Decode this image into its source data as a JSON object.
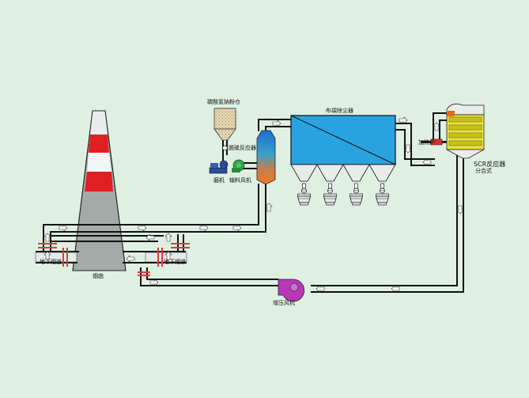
{
  "labels": {
    "powder_bin": "碳酸氢钠粉仓",
    "desulfur_reactor": "脱硫反应器",
    "mill": "磨机",
    "conveying_fan": "输料风机",
    "bag_filter": "布袋除尘器",
    "heating_furnace": "加热炉",
    "scr_reactor": "SCR反应器",
    "scr_type": "分合式",
    "chimney": "烟囱",
    "underground_flue_left": "地下烟道",
    "underground_flue_right": "地下烟道",
    "booster_fan": "增压风机"
  },
  "icons": {
    "arrow": "white-arrow-icon",
    "valve": "red-valve-icon",
    "fan": "fan-icon",
    "ash_hopper_valve": "ash-discharge-icon"
  },
  "colors": {
    "background": "#dff0e3",
    "pipe": "#111111",
    "bag_filter_fill": "#29a3e0",
    "chimney_gray": "#a3aaa8",
    "chimney_red": "#e02020",
    "scr_fill": "#ede234",
    "booster_fan": "#b838b8",
    "conveying_fan": "#34a448",
    "mill": "#2a4c9a",
    "heater": "#e03030"
  }
}
